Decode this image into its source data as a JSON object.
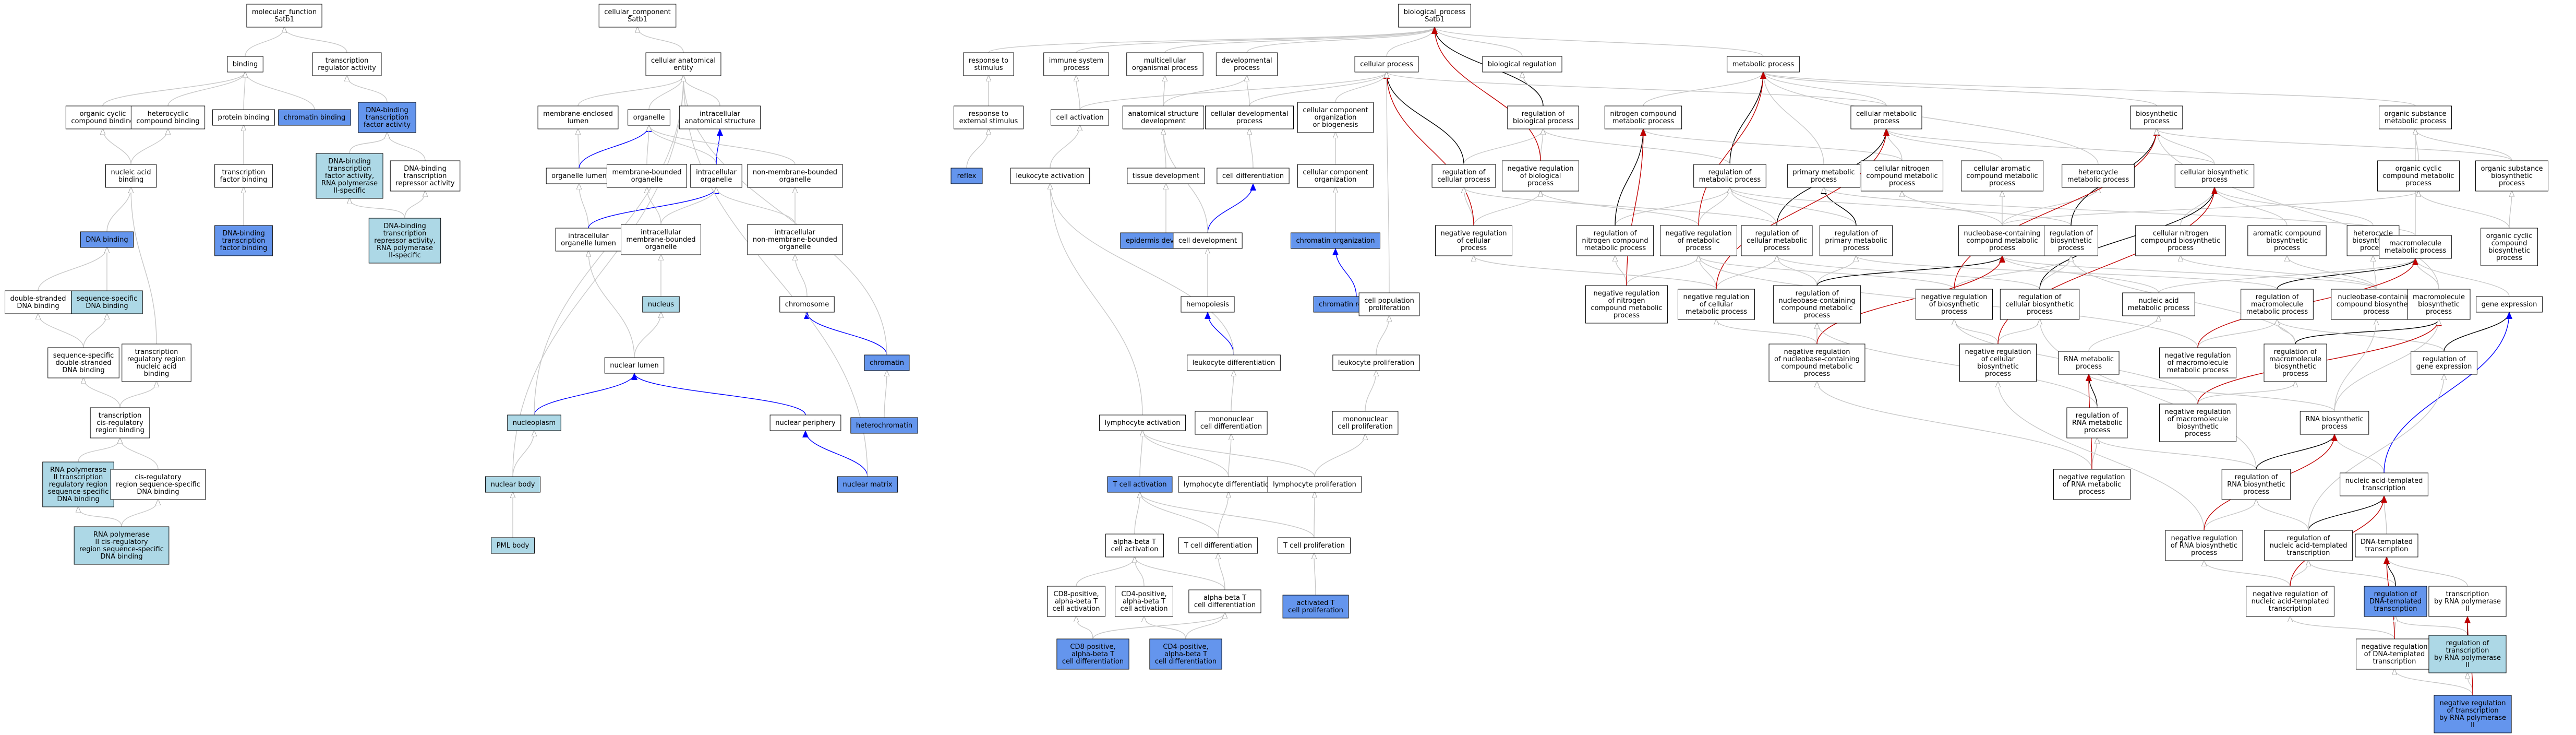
{
  "colors": {
    "grey": "#c8c8c8",
    "blue": "#0000ff",
    "red": "#c00000",
    "black": "#000000",
    "white": "#ffffff",
    "light": "#add8e6",
    "mid": "#6495ed"
  },
  "nodes": {
    "mf": "molecular_function\nSatb1",
    "binding": "binding",
    "tra": "transcription\nregulator activity",
    "ocb": "organic cyclic\ncompound binding",
    "hcb": "heterocyclic\ncompound binding",
    "pb": "protein binding",
    "chb": "chromatin binding",
    "dbtfa": "DNA-binding\ntranscription\nfactor activity",
    "nab": "nucleic acid\nbinding",
    "tfb": "transcription\nfactor binding",
    "dbtf2": "DNA-binding\ntranscription\nfactor activity,\nRNA polymerase\nII-specific",
    "dbtra": "DNA-binding\ntranscription\nrepressor activity",
    "dnab": "DNA binding",
    "dbtftb": "DNA-binding\ntranscription\nfactor binding",
    "dbtra2": "DNA-binding\ntranscription\nrepressor activity,\nRNA polymerase\nII-specific",
    "dsdb": "double-stranded\nDNA binding",
    "ssdb": "sequence-specific\nDNA binding",
    "ssds": "sequence-specific\ndouble-stranded\nDNA binding",
    "trrnab": "transcription\nregulatory region\nnucleic acid\nbinding",
    "tcrrb": "transcription\ncis-regulatory\nregion binding",
    "rp2trr": "RNA polymerase\nII transcription\nregulatory region\nsequence-specific\nDNA binding",
    "crrss": "cis-regulatory\nregion sequence-specific\nDNA binding",
    "rp2cis": "RNA polymerase\nII cis-regulatory\nregion sequence-specific\nDNA binding",
    "cc": "cellular_component\nSatb1",
    "cae": "cellular anatomical\nentity",
    "mel": "membrane-enclosed\nlumen",
    "org": "organelle",
    "ias": "intracellular\nanatomical structure",
    "orgl": "organelle lumen",
    "mbo": "membrane-bounded\norganelle",
    "io": "intracellular\norganelle",
    "nmbo": "non-membrane-bounded\norganelle",
    "iol": "intracellular\norganelle lumen",
    "imbo": "intracellular\nmembrane-bounded\norganelle",
    "inmbo": "intracellular\nnon-membrane-bounded\norganelle",
    "nucleus": "nucleus",
    "chromosome": "chromosome",
    "nl": "nuclear lumen",
    "chromatin": "chromatin",
    "nucleoplasm": "nucleoplasm",
    "het": "heterochromatin",
    "np": "nuclear periphery",
    "nb": "nuclear body",
    "nm": "nuclear matrix",
    "pml": "PML body",
    "bp": "biological_process\nSatb1",
    "rts": "response to\nstimulus",
    "isp": "immune system\nprocess",
    "mop": "multicellular\norganismal process",
    "devp": "developmental\nprocess",
    "cp": "cellular process",
    "br": "biological regulation",
    "mp": "metabolic process",
    "rtes": "response to\nexternal stimulus",
    "ca": "cell activation",
    "asd": "anatomical structure\ndevelopment",
    "cdp": "cellular developmental\nprocess",
    "ccob": "cellular component\norganization\nor biogenesis",
    "rbp": "regulation of\nbiological process",
    "ncmp": "nitrogen compound\nmetabolic process",
    "cmp": "cellular metabolic\nprocess",
    "bsp": "biosynthetic\nprocess",
    "osmp": "organic substance\nmetabolic process",
    "reflex": "reflex",
    "la": "leukocyte activation",
    "td": "tissue development",
    "cd": "cell differentiation",
    "cco": "cellular component\norganization",
    "rcp": "regulation of\ncellular process",
    "nrbp": "negative regulation\nof biological\nprocess",
    "rmp": "regulation of\nmetabolic process",
    "pmp": "primary metabolic\nprocess",
    "cncmp": "cellular nitrogen\ncompound metabolic\nprocess",
    "cacmp": "cellular aromatic\ncompound metabolic\nprocess",
    "hmp": "heterocycle\nmetabolic process",
    "cbp": "cellular biosynthetic\nprocess",
    "ocmp": "organic cyclic\ncompound metabolic\nprocess",
    "osbp": "organic substance\nbiosynthetic\nprocess",
    "epid": "epidermis development",
    "celldev": "cell development",
    "chorg": "chromatin organization",
    "nrcp": "negative regulation\nof cellular\nprocess",
    "rncmp": "regulation of\nnitrogen compound\nmetabolic process",
    "nrmp": "negative regulation\nof metabolic\nprocess",
    "rcmp": "regulation of\ncellular metabolic\nprocess",
    "rpmp": "regulation of\nprimary metabolic\nprocess",
    "nbcmp": "nucleobase-containing\ncompound metabolic\nprocess",
    "rbsp": "regulation of\nbiosynthetic\nprocess",
    "cncbp": "cellular nitrogen\ncompound biosynthetic\nprocess",
    "acbp": "aromatic compound\nbiosynthetic\nprocess",
    "hbp": "heterocycle\nbiosynthetic\nprocess",
    "mmp": "macromolecule\nmetabolic process",
    "occbp": "organic cyclic\ncompound\nbiosynthetic\nprocess",
    "hemo": "hemopoiesis",
    "chrem": "chromatin remodeling",
    "cpp": "cell population\nproliferation",
    "nrncmp": "negative regulation\nof nitrogen\ncompound metabolic\nprocess",
    "nrcmp": "negative regulation\nof cellular\nmetabolic process",
    "rnbcmp": "regulation of\nnucleobase-containing\ncompound metabolic\nprocess",
    "nrbsp": "negative regulation\nof biosynthetic\nprocess",
    "rcbp": "regulation of\ncellular biosynthetic\nprocess",
    "namp": "nucleic acid\nmetabolic process",
    "rmmp": "regulation of\nmacromolecule\nmetabolic process",
    "nbcbp": "nucleobase-containing\ncompound biosynthetic\nprocess",
    "mbp": "macromolecule\nbiosynthetic\nprocess",
    "ge": "gene expression",
    "ld": "leukocyte differentiation",
    "lp": "leukocyte proliferation",
    "nrnbcmp": "negative regulation\nof nucleobase-containing\ncompound metabolic\nprocess",
    "nrcbp": "negative regulation\nof cellular\nbiosynthetic\nprocess",
    "rnamp": "RNA metabolic\nprocess",
    "nrmmp": "negative regulation\nof macromolecule\nmetabolic process",
    "rmbp": "regulation of\nmacromolecule\nbiosynthetic\nprocess",
    "rge": "regulation of\ngene expression",
    "lyma": "lymphocyte activation",
    "mcd": "mononuclear\ncell differentiation",
    "mcp": "mononuclear\ncell proliferation",
    "rrnamp": "regulation of\nRNA metabolic\nprocess",
    "nrmbp": "negative regulation\nof macromolecule\nbiosynthetic\nprocess",
    "rnabp": "RNA biosynthetic\nprocess",
    "tca": "T cell activation",
    "lymd": "lymphocyte differentiation",
    "lymp": "lymphocyte proliferation",
    "nrrnamp": "negative regulation\nof RNA metabolic\nprocess",
    "rrnabp": "regulation of\nRNA biosynthetic\nprocess",
    "natt": "nucleic acid-templated\ntranscription",
    "abtca": "alpha-beta T\ncell activation",
    "tcd": "T cell differentiation",
    "tcp": "T cell proliferation",
    "nrrnabp": "negative regulation\nof RNA biosynthetic\nprocess",
    "rnatt": "regulation of\nnucleic acid-templated\ntranscription",
    "dtt": "DNA-templated\ntranscription",
    "cd8": "CD8-positive,\nalpha-beta T\ncell activation",
    "cd4": "CD4-positive,\nalpha-beta T\ncell activation",
    "abtcd": "alpha-beta T\ncell differentiation",
    "atcp": "activated T\ncell proliferation",
    "nrnatt": "negative regulation of\nnucleic acid-templated\ntranscription",
    "rdtt": "regulation of\nDNA-templated\ntranscription",
    "trp": "transcription\nby RNA polymerase\nII",
    "cd8d": "CD8-positive,\nalpha-beta T\ncell differentiation",
    "cd4d": "CD4-positive,\nalpha-beta T\ncell differentiation",
    "nrdtt": "negative regulation\nof DNA-templated\ntranscription",
    "rtrp": "regulation of\ntranscription\nby RNA polymerase\nII",
    "nrtrp": "negative regulation\nof transcription\nby RNA polymerase\nII"
  }
}
